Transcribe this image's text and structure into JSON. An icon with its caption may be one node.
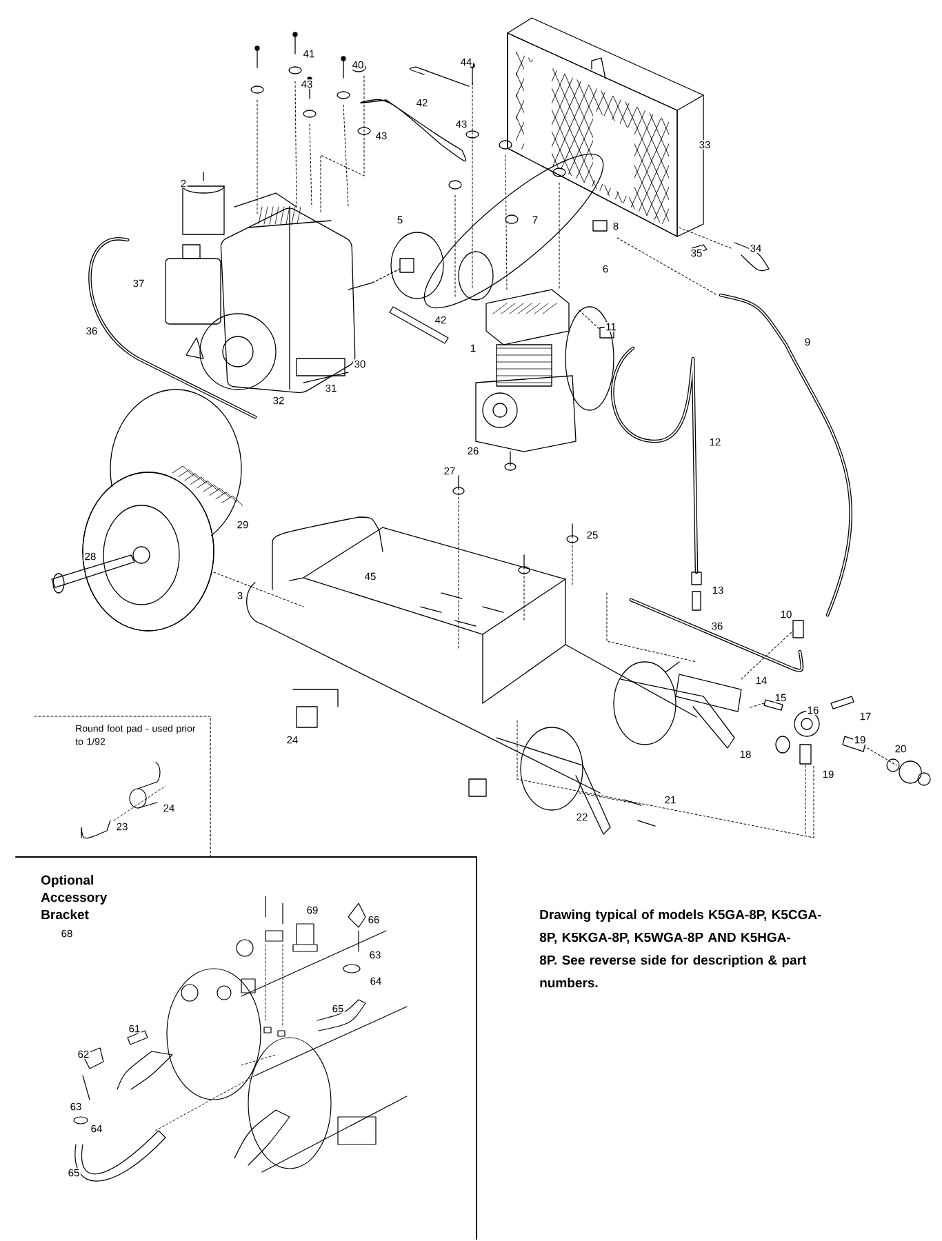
{
  "diagram": {
    "nodes": [
      {
        "text": [
          "Round foot pad - used prior to 1/92",
          "24",
          "23"
        ]
      },
      {
        "text": [
          "Optional Accessory Bracket",
          "68",
          "69",
          "66",
          "63",
          "64",
          "65",
          "61",
          "62",
          "63",
          "64",
          "65"
        ]
      }
    ],
    "labels": [
      "41",
      "44",
      "40",
      "43",
      "42",
      "43",
      "43",
      "33",
      "2",
      "5",
      "7",
      "8",
      "34",
      "35",
      "6",
      "37",
      "42",
      "11",
      "36",
      "9",
      "1",
      "30",
      "31",
      "32",
      "12",
      "26",
      "27",
      "29",
      "25",
      "28",
      "45",
      "13",
      "3",
      "10",
      "36",
      "14",
      "15",
      "16",
      "17",
      "19",
      "24",
      "20",
      "18",
      "19",
      "21",
      "22",
      "Drawing typical of models K5GA-8P, K5CGA-8P, K5KGA-8P, K5WGA-8P AND K5HGA-8P. See reverse side for description & part numbers."
    ]
  }
}
